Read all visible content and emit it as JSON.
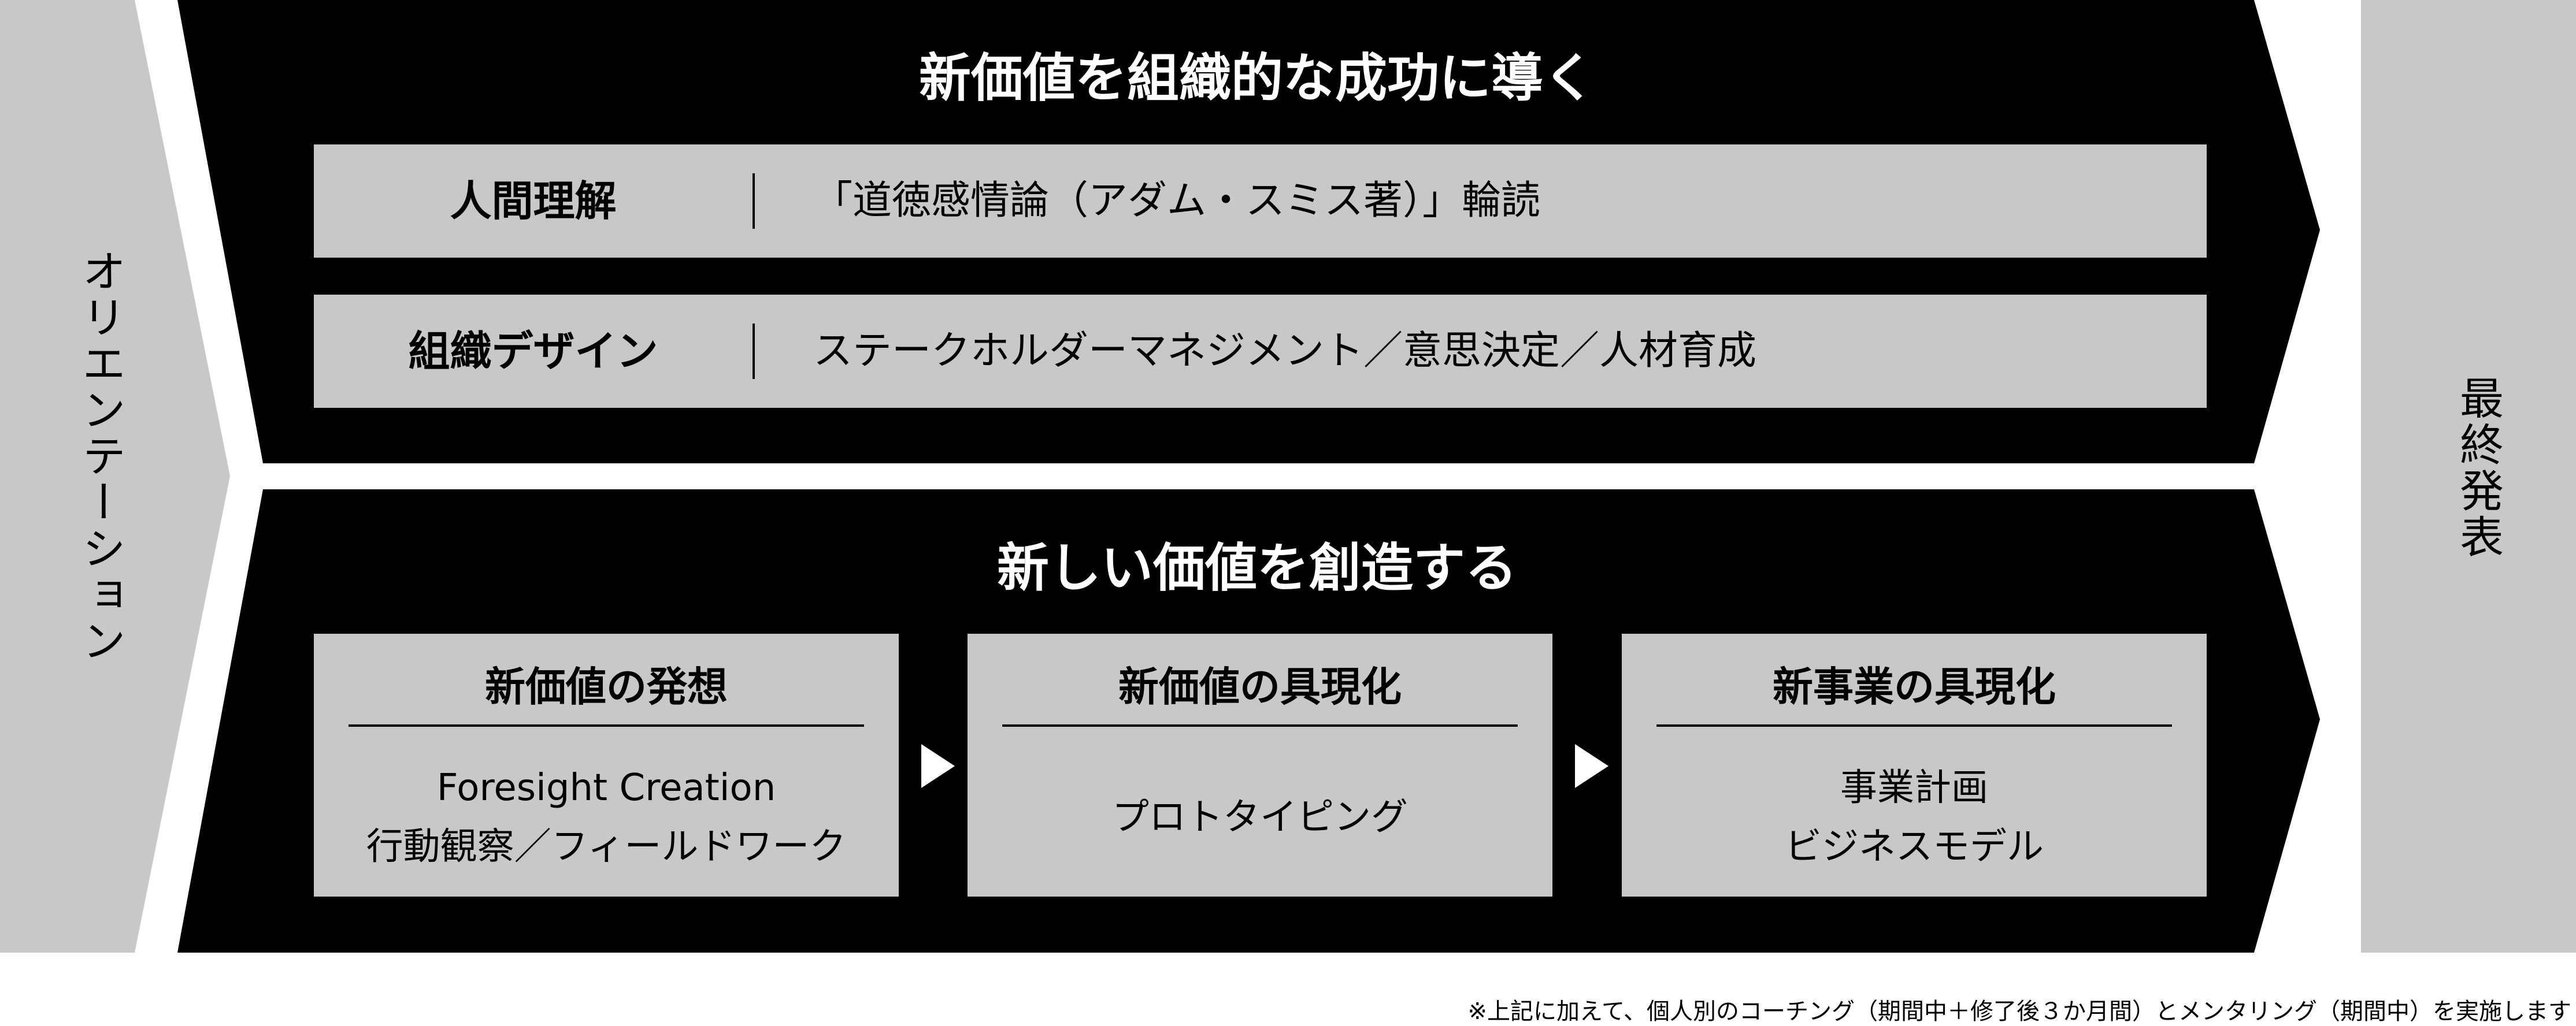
{
  "colors": {
    "panel": "#000000",
    "box": "#c8c8c8",
    "side": "#c8c8c8"
  },
  "left_phase": "オリエンテーション",
  "right_phase": "最終発表",
  "top_section": {
    "title": "新価値を組織的な成功に導く",
    "rows": [
      {
        "label": "人間理解",
        "content": "「道徳感情論（アダム・スミス著）」輪読"
      },
      {
        "label": "組織デザイン",
        "content": "ステークホルダーマネジメント／意思決定／人材育成"
      }
    ]
  },
  "bottom_section": {
    "title": "新しい価値を創造する",
    "steps": [
      {
        "title": "新価値の発想",
        "lines": [
          "Foresight Creation",
          "行動観察／フィールドワーク"
        ]
      },
      {
        "title": "新価値の具現化",
        "lines": [
          "プロトタイピング"
        ]
      },
      {
        "title": "新事業の具現化",
        "lines": [
          "事業計画",
          "ビジネスモデル"
        ]
      }
    ]
  },
  "footnote": "※上記に加えて、個人別のコーチング（期間中＋修了後３か月間）とメンタリング（期間中）を実施します"
}
